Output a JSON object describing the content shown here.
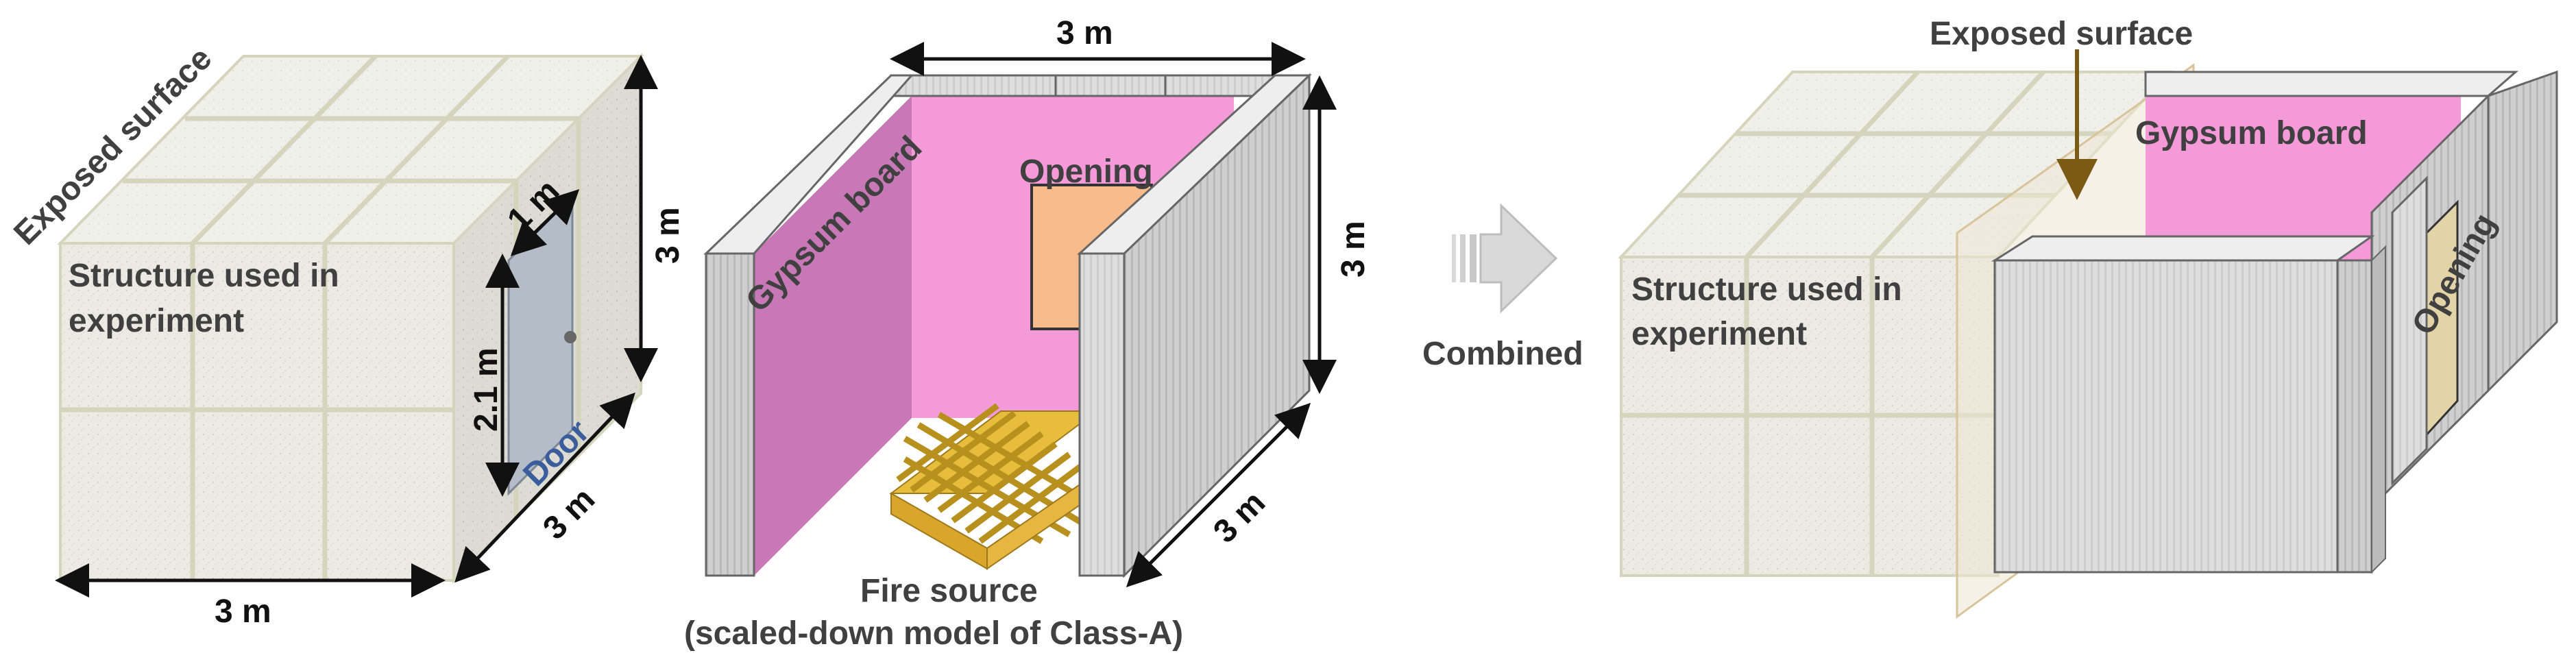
{
  "panel_left": {
    "exposed_surface": "Exposed surface",
    "structure_line1": "Structure used in",
    "structure_line2": "experiment",
    "door": "Door",
    "dim_door_width": "1 m",
    "dim_door_height": "2.1 m",
    "dim_height": "3 m",
    "dim_depth": "3 m",
    "dim_width": "3 m"
  },
  "panel_middle": {
    "gypsum_board": "Gypsum board",
    "opening": "Opening",
    "dim_top": "3 m",
    "dim_right": "3 m",
    "dim_depth": "3 m",
    "fire_source_line1": "Fire source",
    "fire_source_line2": "(scaled-down model of Class-A)"
  },
  "arrow": {
    "label": "Combined"
  },
  "panel_right": {
    "exposed_surface": "Exposed surface",
    "gypsum_board": "Gypsum board",
    "opening": "Opening",
    "structure_line1": "Structure used in",
    "structure_line2": "experiment"
  },
  "colors": {
    "concrete": "#e9e9e1",
    "grid_line": "#d3d5bd",
    "gypsum_pink": "#f49ad8",
    "gypsum_dark_pink": "#c878b6",
    "opening_orange": "#f8bb8b",
    "wall_gray": "#d6d6d6",
    "door_blue": "#b4bcc8",
    "fire_gold": "#e8bd3c",
    "exposed_arrow": "#7a5a14",
    "exposed_plane": "#efe6d2"
  }
}
